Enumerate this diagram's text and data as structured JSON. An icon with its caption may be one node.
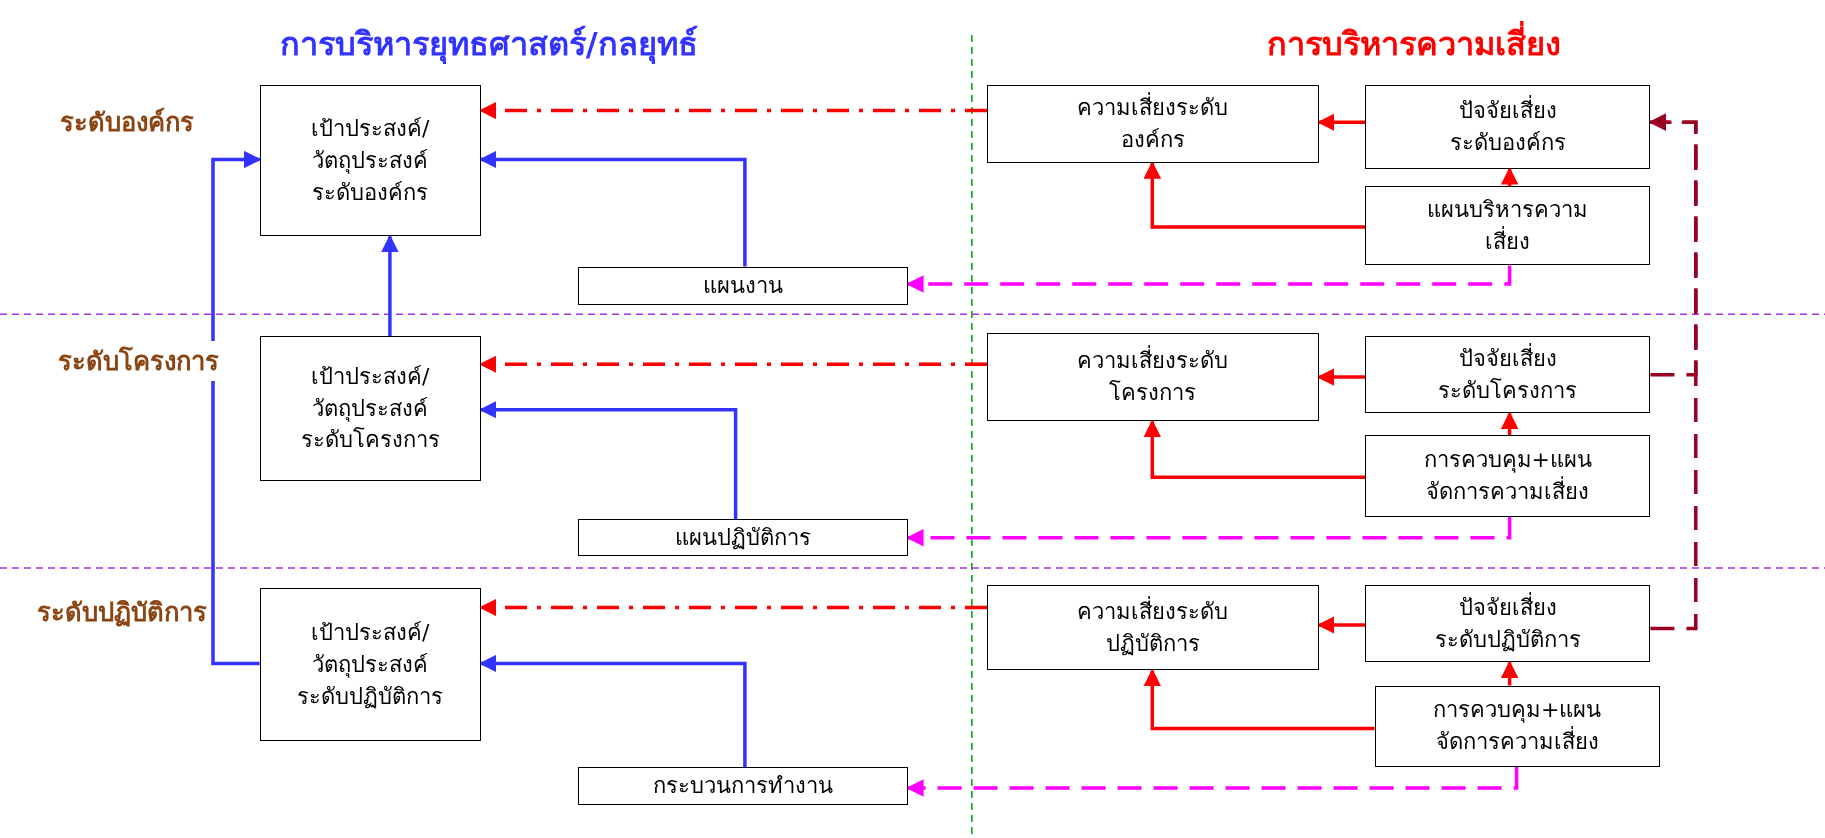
{
  "diagram": {
    "nodes": [
      {
        "text": [
          "เป้าประสงค์/ วัตถุประสงค์ ระดับองค์กร"
        ]
      },
      {
        "text": [
          "แผนงาน"
        ]
      },
      {
        "text": [
          "เป้าประสงค์/ วัตถุประสงค์ ระดับโครงการ"
        ]
      },
      {
        "text": [
          "แผนปฏิบัติการ"
        ]
      },
      {
        "text": [
          "เป้าประสงค์/ วัตถุประสงค์ ระดับปฏิบัติการ"
        ]
      },
      {
        "text": [
          "กระบวนการทำงาน"
        ]
      },
      {
        "text": [
          "ความเสี่ยงระดับ องค์กร"
        ]
      },
      {
        "text": [
          "ปัจจัยเสี่ยง ระดับองค์กร"
        ]
      },
      {
        "text": [
          "แผนบริหารความ เสี่ยง"
        ]
      },
      {
        "text": [
          "ความเสี่ยงระดับ โครงการ"
        ]
      },
      {
        "text": [
          "ปัจจัยเสี่ยง ระดับโครงการ"
        ]
      },
      {
        "text": [
          "การควบคุม+แผน จัดการความเสี่ยง"
        ]
      },
      {
        "text": [
          "ความเสี่ยงระดับ ปฏิบัติการ"
        ]
      },
      {
        "text": [
          "ปัจจัยเสี่ยง ระดับปฏิบัติการ"
        ]
      },
      {
        "text": [
          "การควบคุม+แผน จัดการความเสี่ยง"
        ]
      }
    ],
    "edges": [
      {
        "from": 6,
        "to": 0,
        "arrow": "to",
        "style": "dashed",
        "color": "#ff0000"
      },
      {
        "from": 9,
        "to": 2,
        "arrow": "to",
        "style": "dashed",
        "color": "#ff0000"
      },
      {
        "from": 12,
        "to": 4,
        "arrow": "to",
        "style": "dashed",
        "color": "#ff0000"
      },
      {
        "from": 7,
        "to": 6,
        "arrow": "to",
        "color": "#ff0000"
      },
      {
        "from": 10,
        "to": 9,
        "arrow": "to",
        "color": "#ff0000"
      },
      {
        "from": 13,
        "to": 12,
        "arrow": "to",
        "color": "#ff0000"
      },
      {
        "from": 8,
        "to": 7,
        "arrow": "to",
        "color": "#ff0000"
      },
      {
        "from": 11,
        "to": 10,
        "arrow": "to",
        "color": "#ff0000"
      },
      {
        "from": 14,
        "to": 13,
        "arrow": "to",
        "color": "#ff0000"
      },
      {
        "from": 8,
        "to": 6,
        "arrow": "to",
        "color": "#ff0000"
      },
      {
        "from": 11,
        "to": 9,
        "arrow": "to",
        "color": "#ff0000"
      },
      {
        "from": 14,
        "to": 12,
        "arrow": "to",
        "color": "#ff0000"
      },
      {
        "from": 8,
        "to": 1,
        "arrow": "to",
        "style": "dashed",
        "color": "#ff00ff"
      },
      {
        "from": 11,
        "to": 3,
        "arrow": "to",
        "style": "dashed",
        "color": "#ff00ff"
      },
      {
        "from": 14,
        "to": 5,
        "arrow": "to",
        "style": "dashed",
        "color": "#ff00ff"
      },
      {
        "from": 1,
        "to": 0,
        "arrow": "to",
        "color": "#3333ff"
      },
      {
        "from": 3,
        "to": 2,
        "arrow": "to",
        "color": "#3333ff"
      },
      {
        "from": 5,
        "to": 4,
        "arrow": "to",
        "color": "#3333ff"
      },
      {
        "from": 2,
        "to": 0,
        "arrow": "to",
        "color": "#3333ff"
      },
      {
        "from": 4,
        "to": 0,
        "arrow": "to",
        "color": "#3333ff"
      },
      {
        "from": 10,
        "to": 7,
        "arrow": "to",
        "style": "dashed",
        "color": "#990022"
      },
      {
        "from": 13,
        "to": 7,
        "arrow": "to",
        "style": "dashed",
        "color": "#990022"
      }
    ],
    "labels": [
      "การบริหารยุทธศาสตร์/กลยุทธ์",
      "การบริหารความเสี่ยง",
      "ระดับองค์กร",
      "ระดับโครงการ",
      "ระดับปฏิบัติการ"
    ]
  }
}
